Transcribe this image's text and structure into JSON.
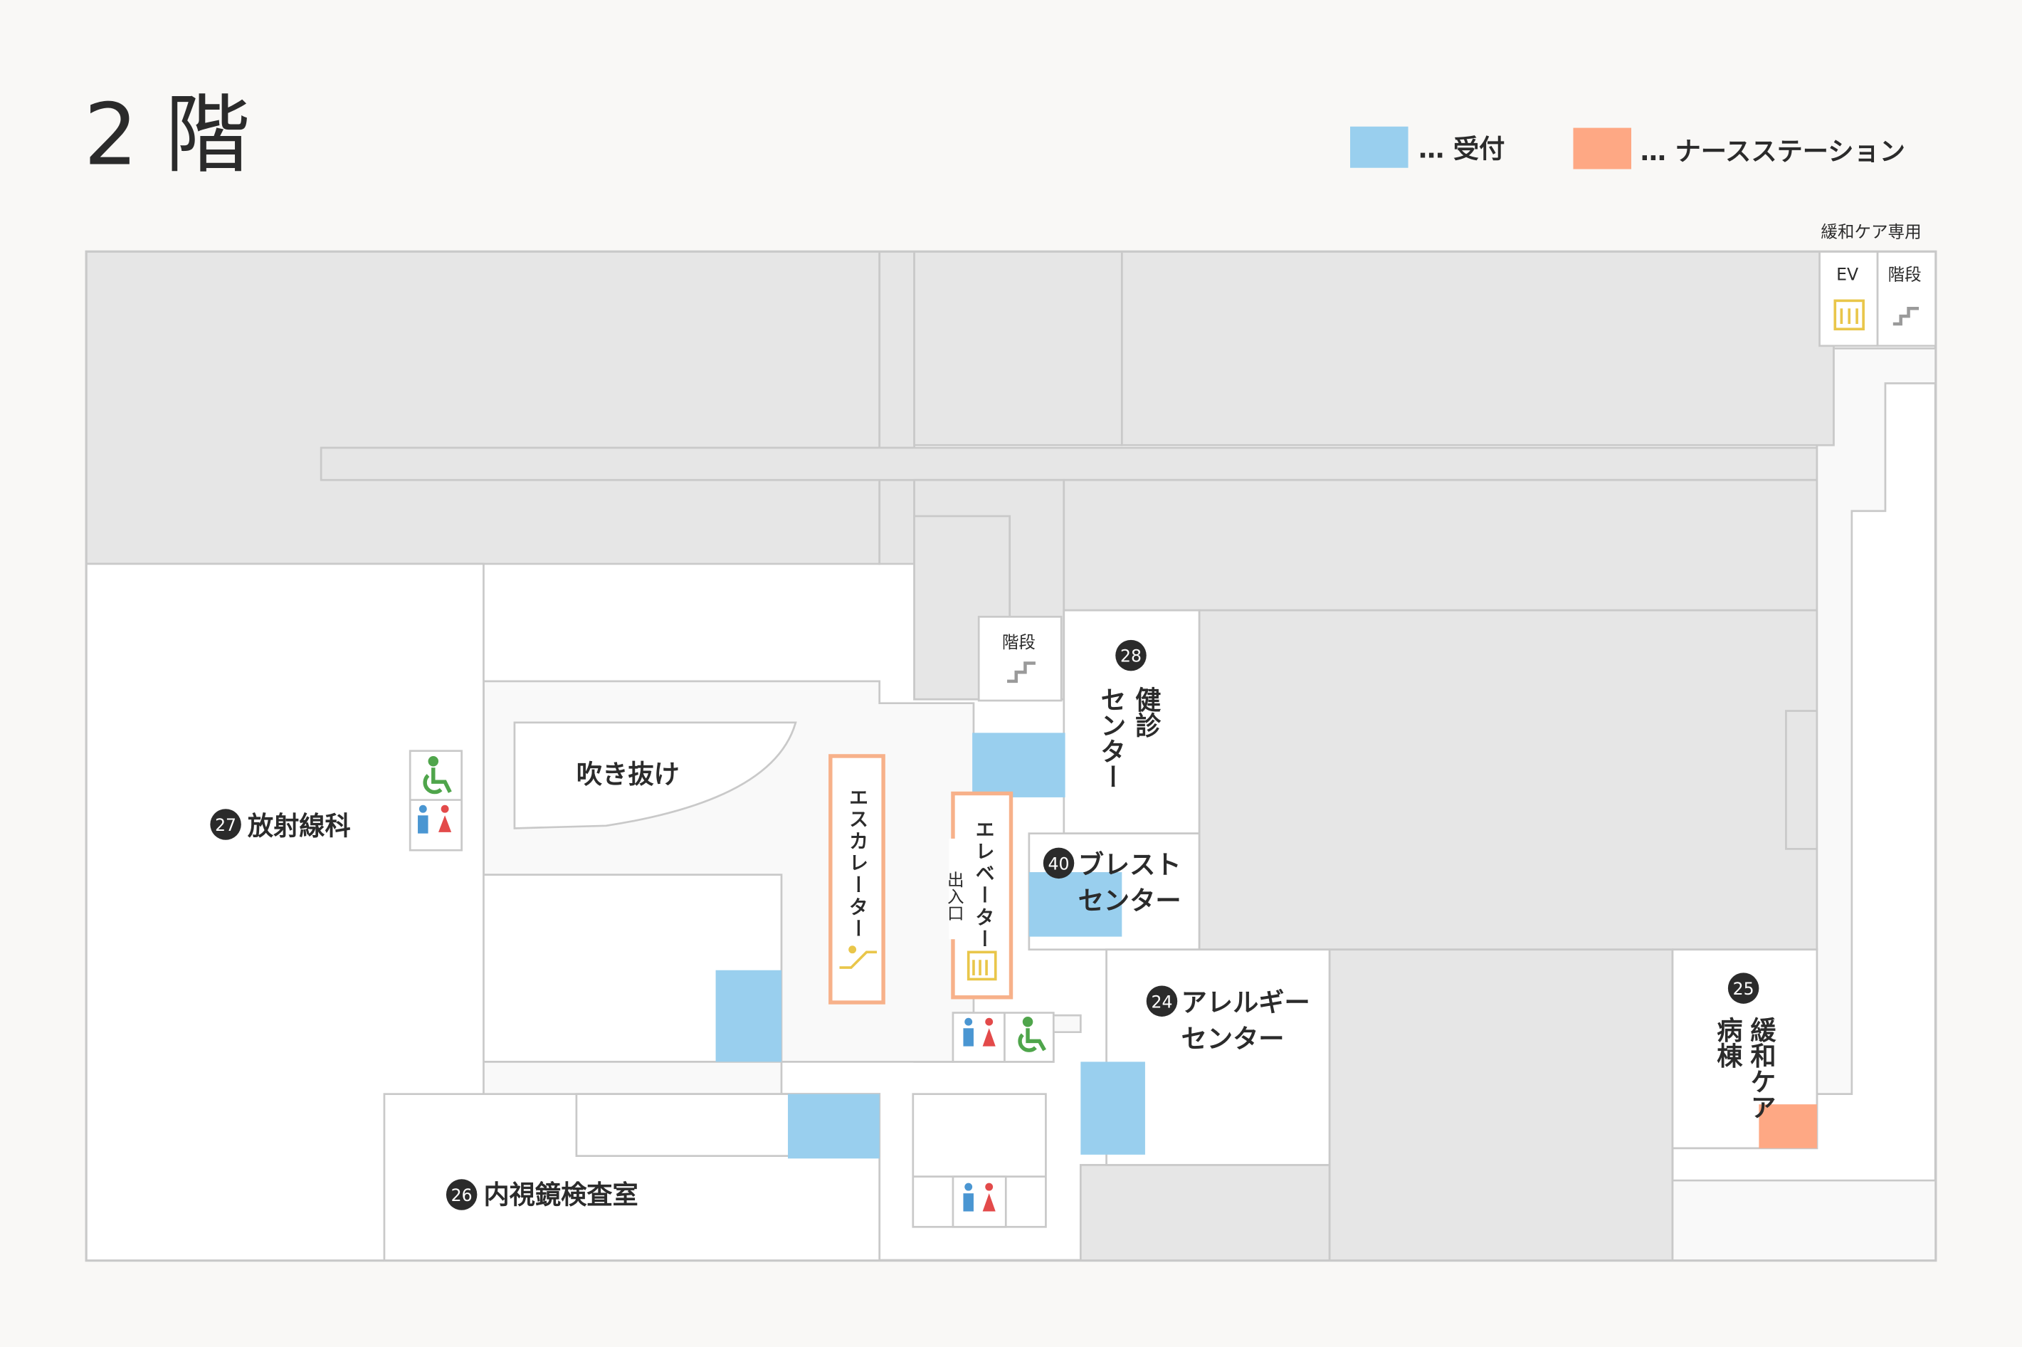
{
  "floor_title": "2 階",
  "legend": {
    "reception": {
      "label": "… 受付",
      "color": "#99cfee"
    },
    "nurse_station": {
      "label": "… ナースステーション",
      "color": "#fea884"
    }
  },
  "colors": {
    "background": "#f9f8f6",
    "closed_area": "#e6e6e6",
    "open_area": "#ffffff",
    "wall": "#c9c9c9",
    "elevator_highlight": "#f7b18a",
    "elevator_icon": "#e9c64a",
    "toilet_male": "#4a96d2",
    "toilet_female": "#e34a4a",
    "accessible": "#4fa54b"
  },
  "rooms": {
    "radiology": {
      "number": "27",
      "name": "放射線科"
    },
    "health_center": {
      "number": "28",
      "name_col1": "健診",
      "name_col2": "センター"
    },
    "breast_center": {
      "number": "40",
      "line1": "ブレスト",
      "line2": "センター"
    },
    "allergy_center": {
      "number": "24",
      "line1": "アレルギー",
      "line2": "センター"
    },
    "palliative_ward": {
      "number": "25",
      "name_col1": "緩和ケア",
      "name_col2": "病棟"
    },
    "endoscopy": {
      "number": "26",
      "name": "内視鏡検査室"
    },
    "atrium": "吹き抜け"
  },
  "facilities": {
    "escalator": "エスカレーター",
    "elevator": "エレベーター",
    "entrance": "出入口",
    "stairs": "階段",
    "palliative_only": "緩和ケア専用",
    "ev": "EV",
    "stairs_top": "階段"
  },
  "icons": [
    "toilet-icon",
    "wheelchair-icon",
    "escalator-icon",
    "elevator-icon",
    "stairs-icon"
  ]
}
